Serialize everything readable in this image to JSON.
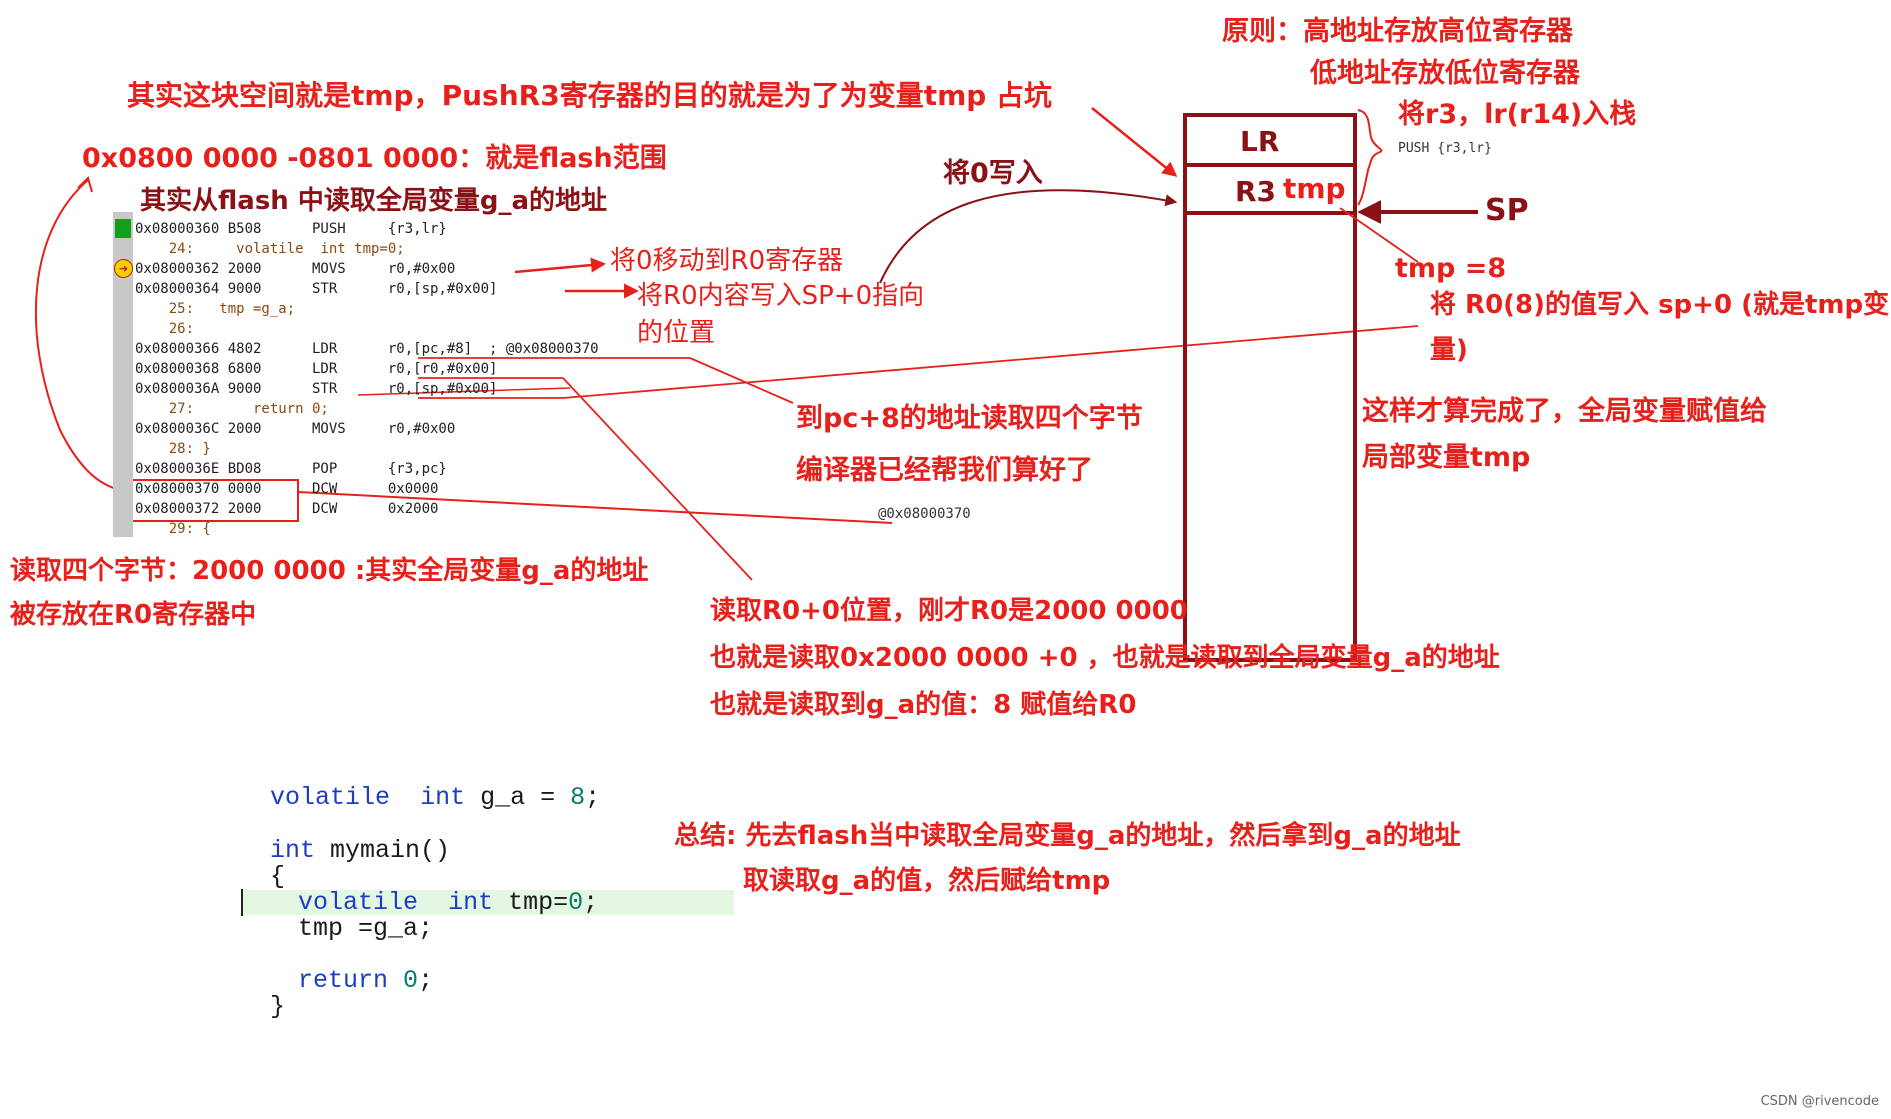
{
  "annotations": {
    "principle_1": "原则：高地址存放高位寄存器",
    "principle_2": "低地址存放低位寄存器",
    "push_note": "将r3，lr(r14)入栈",
    "push_instr": "PUSH      {r3,lr}",
    "space_is_tmp": "其实这块空间就是tmp，PushR3寄存器的目的就是为了为变量tmp 占坑",
    "flash_range": "0x0800 0000 -0801 0000：就是flash范围",
    "read_from_flash": "其实从flash 中读取全局变量g_a的地址",
    "write_zero": "将0写入",
    "sp_label": "SP",
    "tmp_eq_8": "tmp =8",
    "write_r0_sp_1": "将 R0(8)的值写入 sp+0 (就是tmp变",
    "write_r0_sp_2": "量)",
    "done_1": "这样才算完成了，全局变量赋值给",
    "done_2": "局部变量tmp",
    "mov_r0": "将0移动到R0寄存器",
    "str_r0_1": "将R0内容写入SP+0指向",
    "str_r0_2": "的位置",
    "pc8_1": "到pc+8的地址读取四个字节",
    "pc8_2": "编译器已经帮我们算好了",
    "addr_370": "@0x08000370",
    "read4_1": "读取四个字节：2000 0000 :其实全局变量g_a的地址",
    "read4_2": "被存放在R0寄存器中",
    "readr0_1": "读取R0+0位置，刚才R0是2000 0000",
    "readr0_2": "也就是读取0x2000 0000 +0 ，也就是读取到全局变量g_a的地址",
    "readr0_3": "也就是读取到g_a的值：8  赋值给R0",
    "summary_1": "总结: 先去flash当中读取全局变量g_a的地址，然后拿到g_a的地址",
    "summary_2": "取读取g_a的值，然后赋给tmp"
  },
  "stack": {
    "lr": "LR",
    "r3": "R3",
    "tmp": "tmp"
  },
  "disassembly": [
    "0x08000360 B508      PUSH     {r3,lr}",
    "    24:     volatile  int tmp=0;",
    "0x08000362 2000      MOVS     r0,#0x00",
    "0x08000364 9000      STR      r0,[sp,#0x00]",
    "    25:   tmp =g_a;",
    "    26:",
    "0x08000366 4802      LDR      r0,[pc,#8]  ; @0x08000370",
    "0x08000368 6800      LDR      r0,[r0,#0x00]",
    "0x0800036A 9000      STR      r0,[sp,#0x00]",
    "    27:       return 0;",
    "0x0800036C 2000      MOVS     r0,#0x00",
    "    28: }",
    "0x0800036E BD08      POP      {r3,pc}",
    "0x08000370 0000      DCW      0x0000",
    "0x08000372 2000      DCW      0x2000",
    "    29: {"
  ],
  "source": {
    "l1_kw1": "volatile",
    "l1_kw2": "int",
    "l1_rest": " g_a = ",
    "l1_num": "8",
    "l1_end": ";",
    "l2_kw": "int",
    "l2_rest": " mymain()",
    "l3": "{",
    "l4_kw1": "volatile",
    "l4_kw2": "int",
    "l4_rest": " tmp=",
    "l4_num": "0",
    "l4_end": ";",
    "l5": "tmp =g_a;",
    "l6_kw": "return",
    "l6_num": "0",
    "l6_end": ";",
    "l7": "}"
  },
  "watermark": "CSDN @rivencode"
}
